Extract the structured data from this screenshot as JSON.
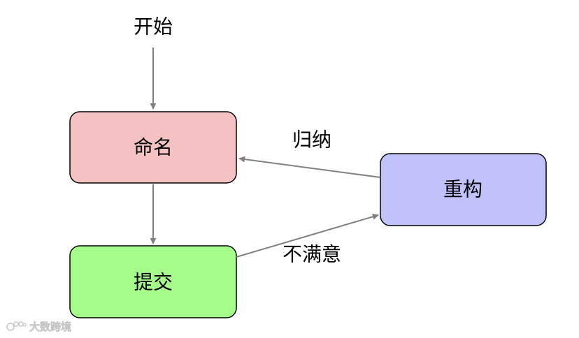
{
  "start_label": "开始",
  "nodes": {
    "naming": {
      "label": "命名",
      "fill": "#f4c2c2"
    },
    "commit": {
      "label": "提交",
      "fill": "#a6fc8a"
    },
    "refactor": {
      "label": "重构",
      "fill": "#c2c2fa"
    }
  },
  "edges": {
    "generalize": "归纳",
    "dissatisfied": "不满意"
  },
  "colors": {
    "edge": "#808080",
    "border": "#000000"
  },
  "watermark": {
    "icon": "camera-logo-icon",
    "text": "大数跨境"
  }
}
